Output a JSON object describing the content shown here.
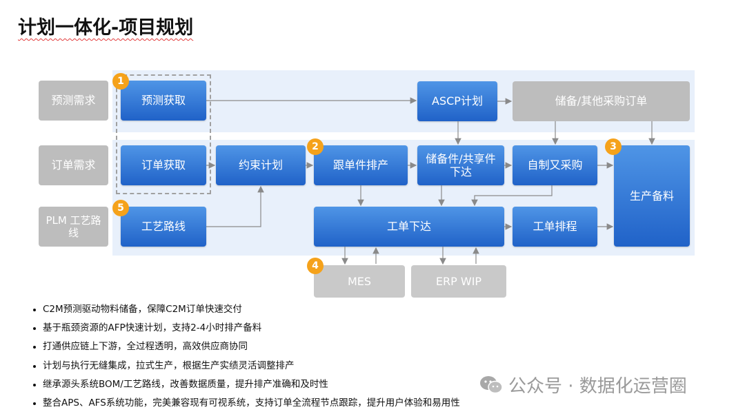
{
  "title": "计划一体化-项目规划",
  "left_inputs": {
    "forecast": "预测需求",
    "order": "订单需求",
    "plm": "PLM 工艺路线"
  },
  "boxes": {
    "forecast_get": "预测获取",
    "order_get": "订单获取",
    "routing": "工艺路线",
    "constraint_plan": "约束计划",
    "follow_schedule": "跟单件排产",
    "spare_issue": "储备件/共享件下达",
    "make_or_buy": "自制又采购",
    "ascp_plan": "ASCP计划",
    "reserve_po": "储备/其他采购订单",
    "production_prep": "生产备料",
    "wo_issue": "工单下达",
    "wo_schedule": "工单排程",
    "mes": "MES",
    "erp_wip": "ERP WIP"
  },
  "badges": [
    "1",
    "2",
    "3",
    "4",
    "5"
  ],
  "bullets": [
    "C2M预测驱动物料储备，保障C2M订单快速交付",
    "基于瓶颈资源的AFP快速计划，支持2-4小时排产备料",
    "打通供应链上下游，全过程透明，高效供应商协同",
    "计划与执行无缝集成，拉式生产，根据生产实绩灵活调整排产",
    "继承源头系统BOM/工艺路线，改善数据质量，提升排产准确和及时性",
    "整合APS、AFS系统功能，完美兼容现有可视系统，支持订单全流程节点跟踪，提升用户体验和易用性"
  ],
  "watermark": "公众号 · 数据化运营圈",
  "colors": {
    "blue_top": "#4f95e6",
    "blue_bottom": "#2062c8",
    "gray": "#bdbdbd",
    "badge": "#f5a21b",
    "band": "#e8f0fb"
  }
}
